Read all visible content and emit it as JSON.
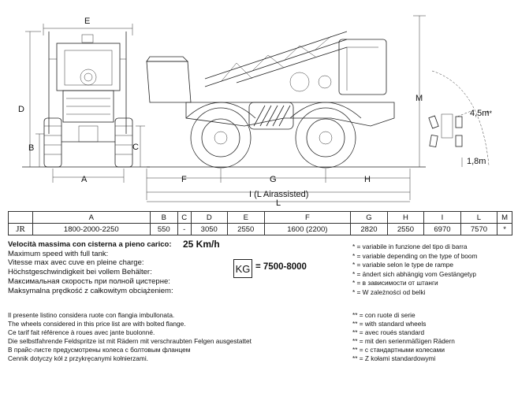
{
  "dimension_labels": {
    "E": "E",
    "D": "D",
    "B": "B",
    "C": "C",
    "A": "A",
    "F": "F",
    "G": "G",
    "H": "H",
    "M": "M",
    "L": "L",
    "I_full": "I (L Airassisted)",
    "radius": "4,5m",
    "radius_note": "**",
    "height_small": "1,8m"
  },
  "table": {
    "headers": [
      "",
      "A",
      "B",
      "C",
      "D",
      "E",
      "F",
      "G",
      "H",
      "I",
      "L",
      "M"
    ],
    "model": "JR",
    "values": [
      "1800-2000-2250",
      "550",
      "-",
      "3050",
      "2550",
      "1600 (2200)",
      "2820",
      "2550",
      "6970",
      "7570",
      "*"
    ]
  },
  "speed": {
    "lines": [
      "Velocità massima con cisterna a pieno carico:",
      "Maximum speed with full tank:",
      "Vitesse max avec  cuve en pleine charge:",
      "Höchstgeschwindigkeit bei vollem Behälter:",
      "Максимальная скорость при полной цистерне:",
      "Maksymalna prędkość z całkowitym obciążeniem:"
    ],
    "value": "25 Km/h"
  },
  "weight": {
    "unit": "KG",
    "value": "= 7500-8000"
  },
  "boom_notes": [
    "* = variabile in funzione del tipo di barra",
    "* = variable depending on the type of boom",
    "* = variable selon le type de rampe",
    "* = ändert sich abhängig vom Gestängetyp",
    "* = в зависимости от штанги",
    "* = W zależności od belki"
  ],
  "wheels_notes": [
    "Il presente listino considera ruote con flangia imbullonata.",
    "The wheels considered in this price list are with bolted flange.",
    "Ce tarif fait référence à roues avec jante buolonné.",
    "Die selbstfahrende Feldspritze ist mit Rädern mit verschraubten Felgen ausgestattet",
    "В прайс-листе предусмотрены колеса с болтовым фланцем",
    "Cennik dotyczy kół z przykręcanymi kołnierzami."
  ],
  "standard_wheels_notes": [
    "** = con ruote di serie",
    "** = with standard wheels",
    "** = avec roués standard",
    "** = mit den serienmäßigen Rädern",
    "** = с стандартными колесами",
    "** = Z kołami standardowymi"
  ]
}
